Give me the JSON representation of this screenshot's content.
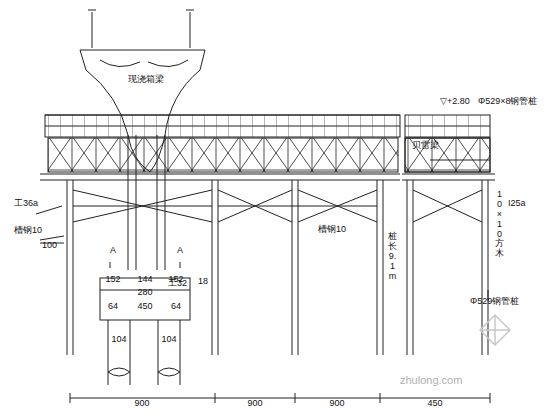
{
  "diagram": {
    "labels": [
      "工36a",
      "槽钢10",
      "100",
      "工32",
      "槽钢10",
      "桩长9.1m",
      "贝雷梁",
      "▽+2.80",
      "Φ529×8钢管桩",
      "10×10方木",
      "I25a",
      "Φ529钢管桩",
      "A",
      "A",
      "152",
      "144",
      "152",
      "18",
      "280",
      "64",
      "64",
      "450",
      "104",
      "104",
      "900",
      "900",
      "900",
      "450",
      "现浇箱梁",
      "zhulong.com"
    ]
  }
}
